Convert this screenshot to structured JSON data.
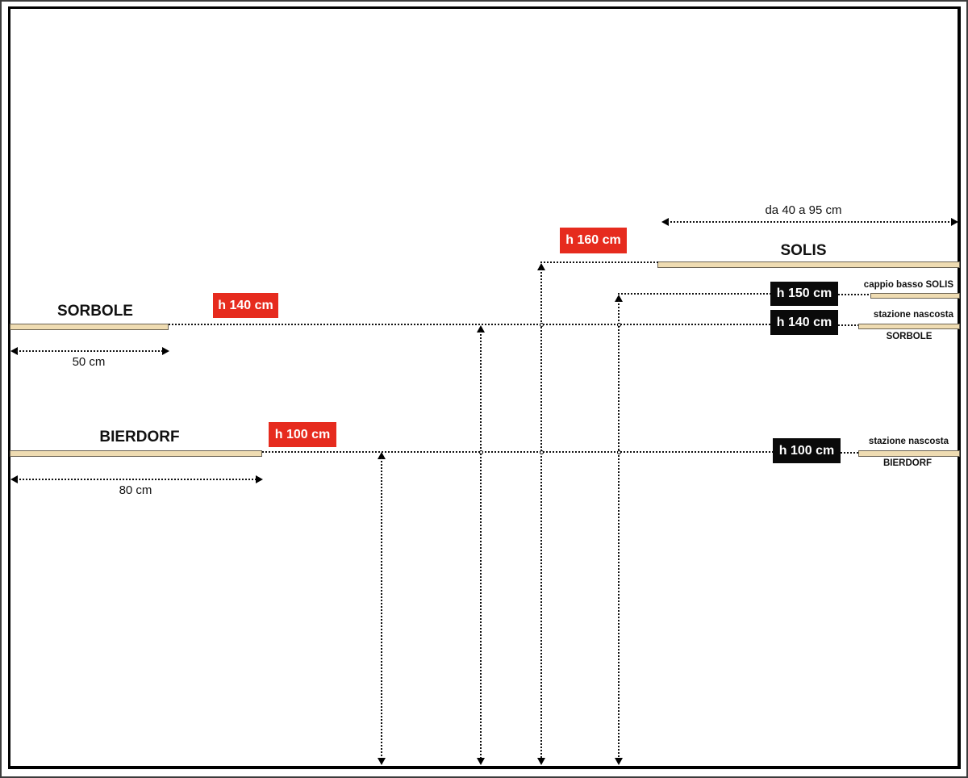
{
  "colors": {
    "tag_red": "#e62b1e",
    "tag_black": "#0a0a0a",
    "shelf_fill": "#efdcb2",
    "shelf_border": "#6b6353",
    "line": "#111111"
  },
  "stations": {
    "sorbole": {
      "title": "SORBOLE",
      "width_label": "50 cm",
      "height_tag": "h 140 cm"
    },
    "bierdorf": {
      "title": "BIERDORF",
      "width_label": "80 cm",
      "height_tag": "h 100 cm"
    },
    "solis": {
      "title": "SOLIS",
      "range_label": "da 40 a 95 cm",
      "height_tag": "h 160 cm"
    }
  },
  "hidden_stations": {
    "cappio_basso_solis": {
      "label": "cappio basso SOLIS",
      "height_tag": "h 150 cm"
    },
    "sorbole_hidden": {
      "line1": "stazione nascosta",
      "line2": "SORBOLE",
      "height_tag": "h 140 cm"
    },
    "bierdorf_hidden": {
      "line1": "stazione nascosta",
      "line2": "BIERDORF",
      "height_tag": "h 100 cm"
    }
  }
}
